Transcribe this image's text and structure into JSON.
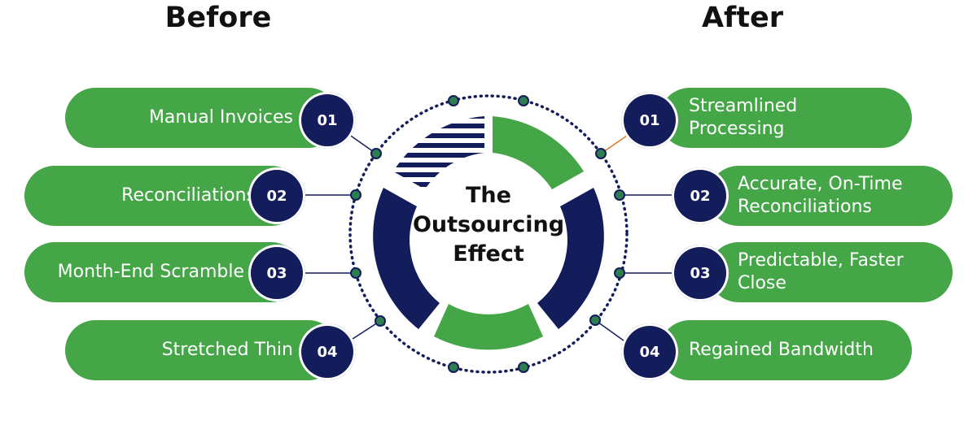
{
  "headings": {
    "before": "Before",
    "after": "After"
  },
  "center": {
    "line1": "The",
    "line2": "Outsourcing",
    "line3": "Effect"
  },
  "before_items": [
    {
      "number": "01",
      "label": "Manual Invoices"
    },
    {
      "number": "02",
      "label": "Reconciliations"
    },
    {
      "number": "03",
      "label": "Month-End Scramble"
    },
    {
      "number": "04",
      "label": "Stretched Thin"
    }
  ],
  "after_items": [
    {
      "number": "01",
      "label_line1": "Streamlined",
      "label_line2": "Processing"
    },
    {
      "number": "02",
      "label_line1": "Accurate, On-Time",
      "label_line2": "Reconciliations"
    },
    {
      "number": "03",
      "label_line1": "Predictable, Faster",
      "label_line2": "Close"
    },
    {
      "number": "04",
      "label_line1": "Regained Bandwidth",
      "label_line2": ""
    }
  ],
  "colors": {
    "green": "#45a648",
    "navy": "#141d5c",
    "dot_outline": "#2e7d4f",
    "heading": "#111111"
  }
}
